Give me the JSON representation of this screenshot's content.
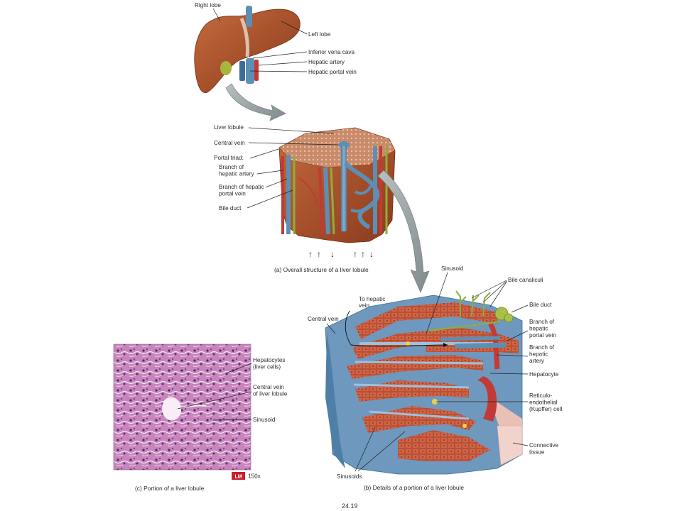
{
  "labels_a_top": {
    "right_lobe": "Right lobe",
    "left_lobe": "Left lobe",
    "ivc": "Inferior vena cava",
    "hepatic_artery": "Hepatic artery",
    "hepatic_portal_vein": "Hepatic portal vein"
  },
  "labels_a_lobule": {
    "liver_lobule": "Liver lobule",
    "central_vein": "Central vein",
    "portal_triad": "Portal triad:",
    "branch_artery": [
      "Branch of",
      "hepatic artery"
    ],
    "branch_portal": [
      "Branch of hepatic",
      "portal vein"
    ],
    "bile_duct": "Bile duct"
  },
  "flow_arrows": [
    "↑",
    "↑",
    "↓",
    "↑",
    "↑",
    "↓"
  ],
  "caption_a": "(a) Overall structure of a liver lobule",
  "labels_b": {
    "sinusoid": "Sinusoid",
    "bile_canaliculi": "Bile canaliculi",
    "to_hepatic_vein": [
      "To hepatic",
      "vein"
    ],
    "central_vein": "Central vein",
    "bile_duct": "Bile duct",
    "branch_portal": [
      "Branch of",
      "hepatic",
      "portal vein"
    ],
    "branch_artery": [
      "Branch of",
      "hepatic",
      "artery"
    ],
    "hepatocyte": "Hepatocyte",
    "kupffer": [
      "Reticulo-",
      "endothelial",
      "(Kupffer) cell"
    ],
    "connective": [
      "Connective",
      "tissue"
    ],
    "sinusoids": "Sinusoids"
  },
  "caption_b": "(b) Details of a portion of a liver lobule",
  "labels_c": {
    "hepatocytes": [
      "Hepatocytes",
      "(liver cells)"
    ],
    "central_vein": [
      "Central vein",
      "of liver lobule"
    ],
    "sinusoid": "Sinusoid"
  },
  "lm_badge": "LM",
  "magnification": "150x",
  "caption_c": "(c) Portion of a liver lobule",
  "figure_number": "24.19",
  "colors": {
    "liver": "#b0532e",
    "liver_dark": "#7e3018",
    "vein_blue": "#5d8fb5",
    "vein_dark": "#3c6e95",
    "artery_red": "#c23a35",
    "bile_green": "#8fae3a",
    "hepatocyte": "#d2694b",
    "histo_bg": "#c27fb6",
    "histo_dot": "#4b2a6e",
    "lm_red": "#c8202b",
    "arrow_gray": "#8e9799"
  }
}
